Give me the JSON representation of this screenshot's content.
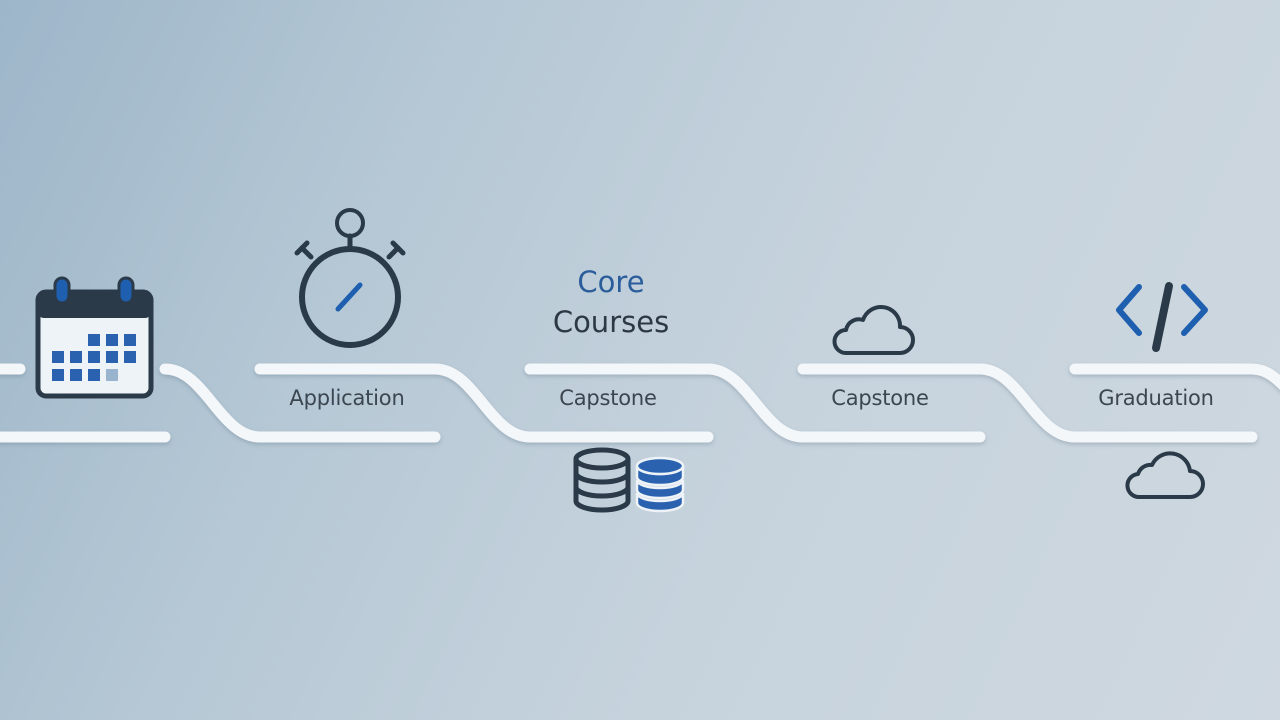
{
  "diagram": {
    "title": {
      "line1": "Core",
      "line2": "Courses"
    },
    "stages": [
      {
        "label": "Application"
      },
      {
        "label": "Capstone"
      },
      {
        "label": "Capstone"
      },
      {
        "label": "Graduation"
      }
    ],
    "icons": [
      "calendar-icon",
      "stopwatch-icon",
      "database-icon",
      "cloud-icon",
      "code-icon"
    ],
    "colors": {
      "accent": "#1f5fb0",
      "icon_dark": "#2b3a48",
      "text": "#3b4650",
      "track": "#f4f7fa"
    }
  }
}
